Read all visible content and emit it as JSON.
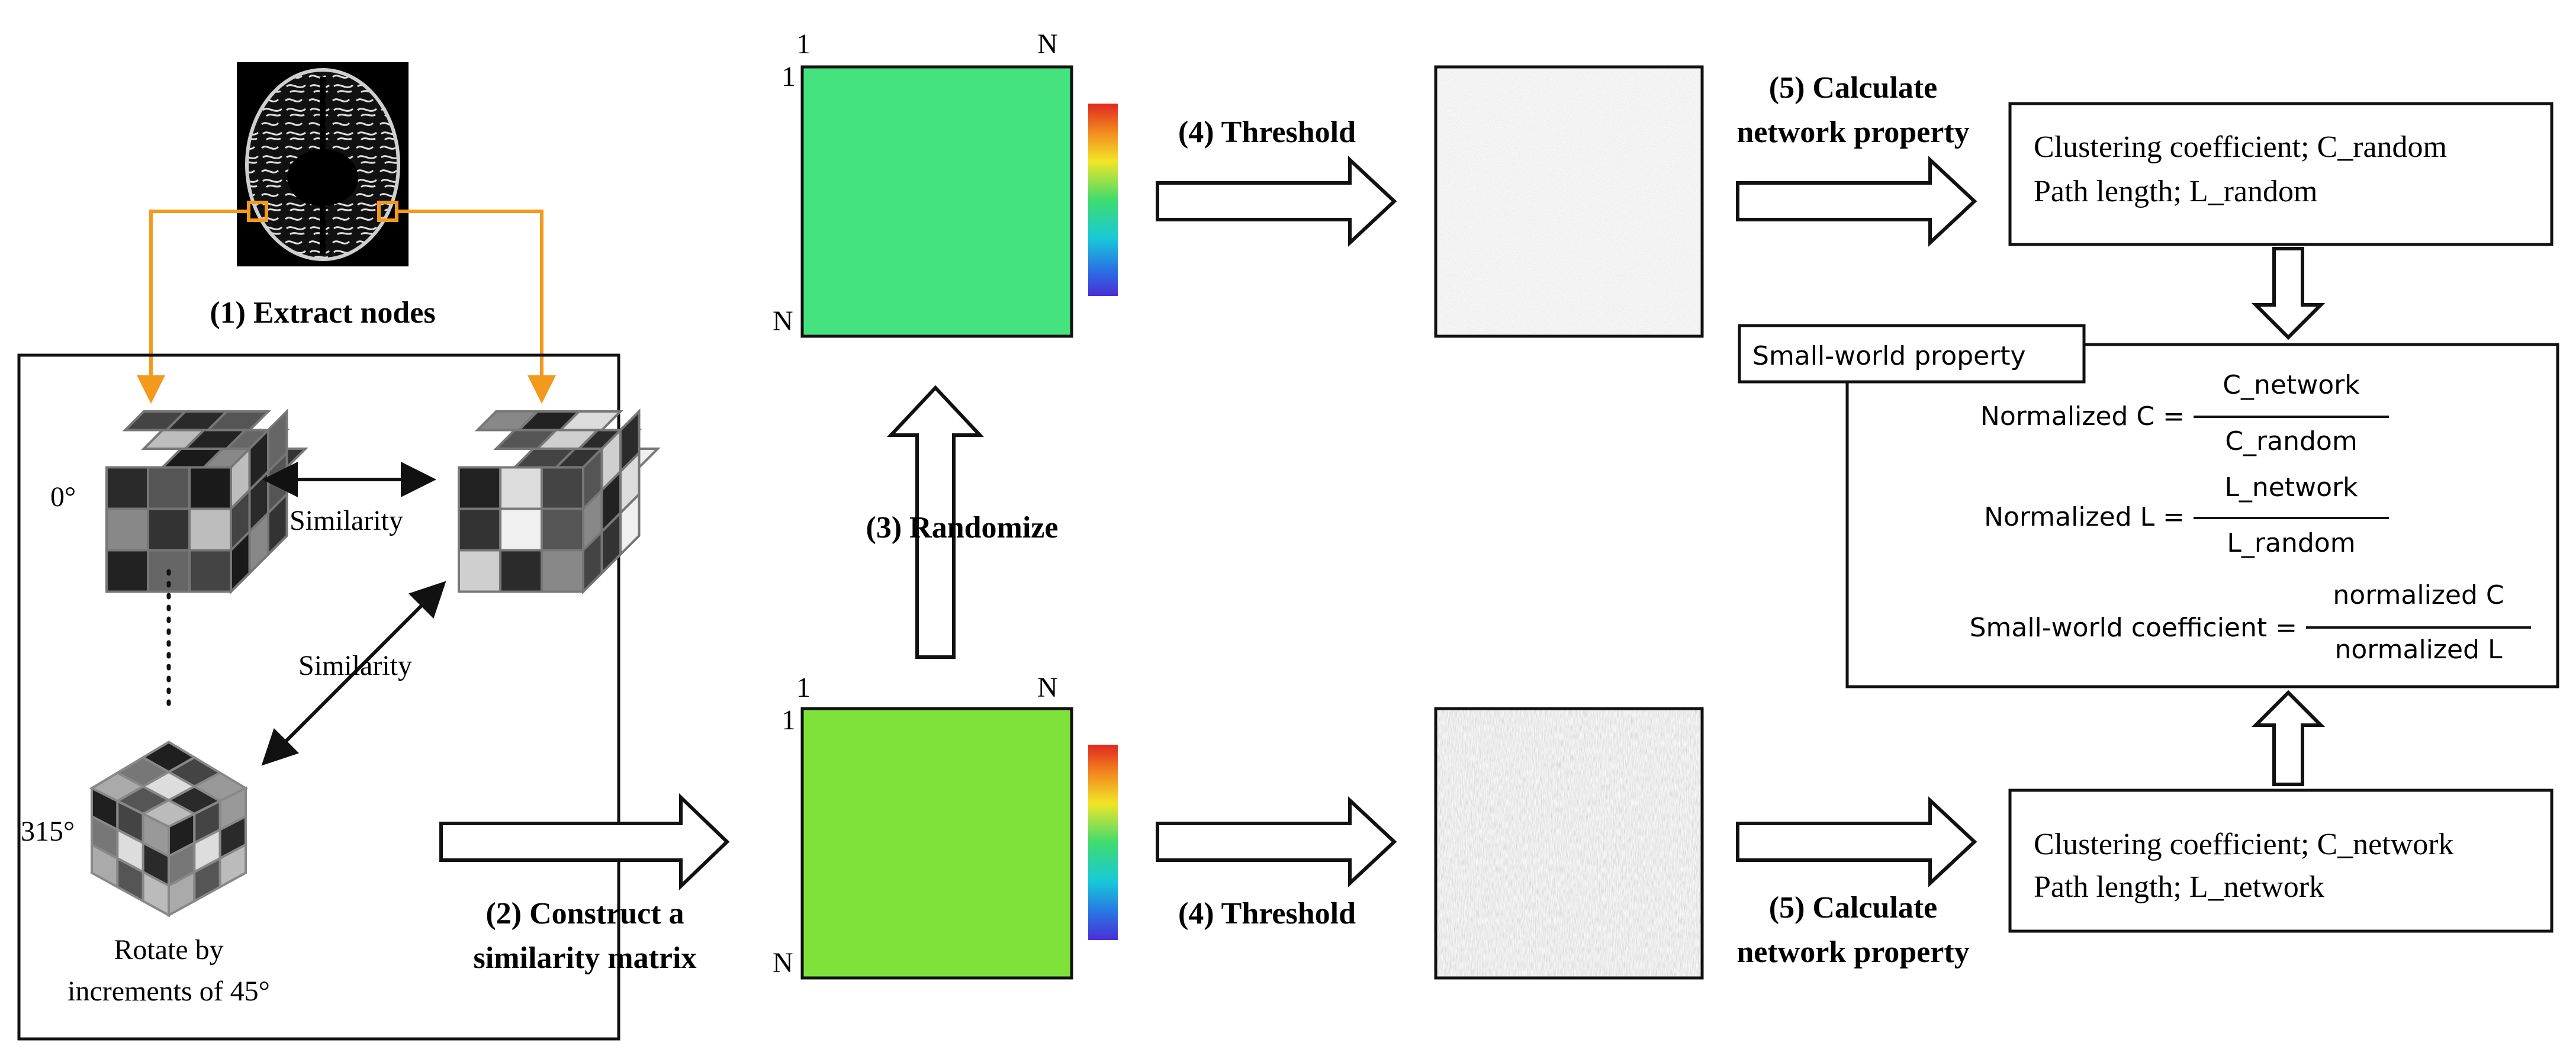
{
  "steps": {
    "extract": "(1) Extract nodes",
    "construct_line1": "(2) Construct a",
    "construct_line2": "similarity matrix",
    "randomize": "(3) Randomize",
    "threshold_top": "(4) Threshold",
    "threshold_bottom": "(4) Threshold",
    "calc_top_line1": "(5) Calculate",
    "calc_top_line2": "network property",
    "calc_bottom_line1": "(5) Calculate",
    "calc_bottom_line2": "network property"
  },
  "cubes": {
    "similarity_top": "Similarity",
    "similarity_diag": "Similarity",
    "angle_0": "0°",
    "angle_315": "315°",
    "rotate_line1": "Rotate by",
    "rotate_line2": "increments of 45°"
  },
  "matrix": {
    "top_1": "1",
    "top_n": "N",
    "left_1": "1",
    "left_n": "N",
    "random_color": "#44e37e",
    "network_color": "#7ee23a"
  },
  "random_box": {
    "line1": "Clustering coefficient; C_random",
    "line2": "Path length; L_random"
  },
  "network_box": {
    "line1": "Clustering coefficient; C_network",
    "line2": "Path length; L_network"
  },
  "smallworld": {
    "title": "Small-world property",
    "norm_c_label": "Normalized C =",
    "norm_c_num": "C_network",
    "norm_c_den": "C_random",
    "norm_l_label": "Normalized L =",
    "norm_l_num": "L_network",
    "norm_l_den": "L_random",
    "coef_label": "Small-world coefficient =",
    "coef_num": "normalized C",
    "coef_den": "normalized L"
  },
  "colors": {
    "orange": "#f39a1d",
    "ink": "#111111"
  }
}
